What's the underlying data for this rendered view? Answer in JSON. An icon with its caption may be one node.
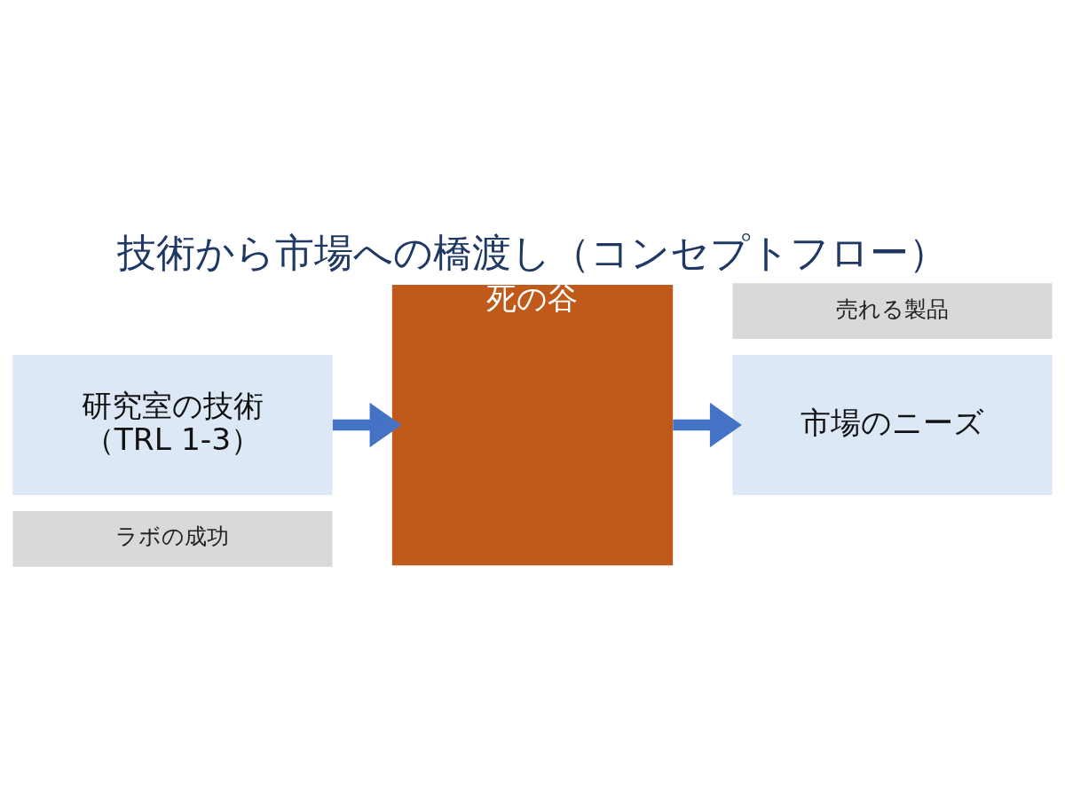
{
  "diagram": {
    "title": "技術から市場への橋渡し（コンセプトフロー）",
    "nodes": [
      {
        "text": [
          "研究室の技術",
          "（TRL 1-3）"
        ]
      },
      {
        "text": [
          "ラボの成功"
        ]
      },
      {
        "text": [
          "死の谷"
        ]
      },
      {
        "text": [
          "市場のニーズ"
        ]
      },
      {
        "text": [
          "売れる製品"
        ]
      }
    ],
    "edges": [
      {
        "from": 0,
        "to": 2,
        "arrow": "to"
      },
      {
        "from": 2,
        "to": 3,
        "arrow": "to"
      }
    ]
  }
}
